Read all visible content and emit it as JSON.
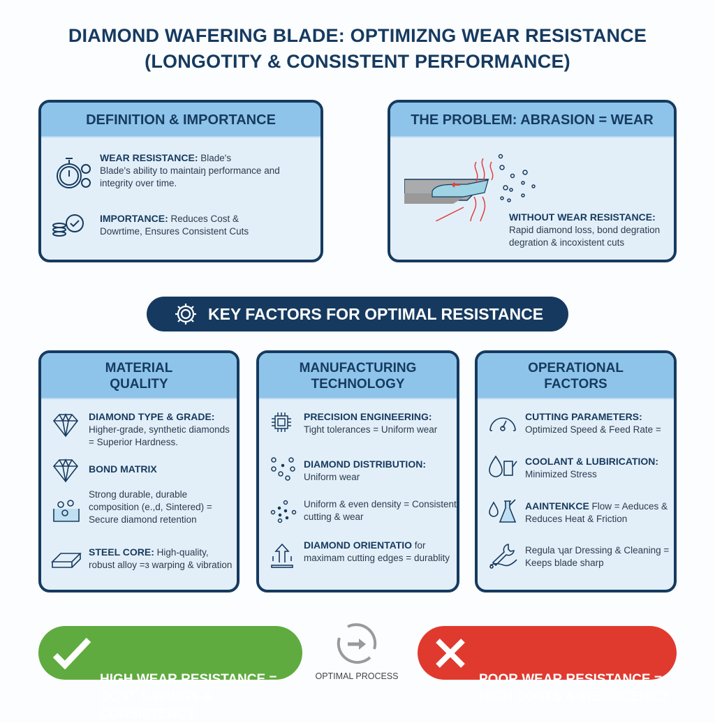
{
  "title": {
    "line1": "DIAMOND WAFERING BLADE: OPTIMIZNG WEAR RESISTANCE",
    "line2": "(LONGOTITY & CONSISTENT PERFORMANCE)"
  },
  "definition": {
    "header": "DEFINITION & IMPORTANCE",
    "items": [
      {
        "label": "WEAR RESISTANCE:",
        "text": " Blade's",
        "text2": "Blade's ability to maintaiŋ performance and integrity over time.",
        "icon": "stopwatch-gears-icon"
      },
      {
        "label": "IMPORTANCE:",
        "text": " Reduces Cost &",
        "text2": "Dowrtime, Ensures Consistent Cuts",
        "icon": "coins-check-icon"
      }
    ]
  },
  "problem": {
    "header": "THE PROBLEM: ABRASION = WEAR",
    "label": "WITHOUT WEAR RESISTANCE:",
    "text": "Rapid diamond loss, bond degration degration & incoxistent cuts",
    "icon": "worn-blade-icon"
  },
  "key_factors": {
    "label": "KEY FACTORS FOR OPTIMAL RESISTANCE",
    "icon": "gear-icon"
  },
  "columns": [
    {
      "header": "MATERIAL\nQUALITY",
      "items": [
        {
          "label": "DIAMOND TYPE & GRADE:",
          "text": "Higher-grade, synthetic diamonds = Superior Hardness.",
          "icon": "diamond-icon"
        },
        {
          "label": "BOND MATRIX",
          "text": "",
          "icon": "diamond-icon"
        },
        {
          "label": "",
          "text": "Strong durable, durable composition (e.,d, Sintered) = Secure diamond retention",
          "icon": "bond-matrix-icon"
        },
        {
          "label": "STEEL CORE:",
          "text": " High-quality, robust alloy =ɜ warping & vibration",
          "icon": "steel-bar-icon"
        }
      ]
    },
    {
      "header": "MANUFACTURING\nTECHNOLOGY",
      "items": [
        {
          "label": "PRECISION ENGINEERING:",
          "text": "Tight tolerances = Uniform wear",
          "icon": "chip-icon"
        },
        {
          "label": "DIAMOND DISTRIBUTION:",
          "text": "Uniform wear",
          "icon": "dots-icon"
        },
        {
          "label": "",
          "text": "Uniform & even density = Consistent cutting & wear",
          "icon": "dots-icon"
        },
        {
          "label": "DIAMOND ORIENTATIO",
          "text": " for maximam cutting edges = durablity",
          "icon": "arrow-up-icon"
        }
      ]
    },
    {
      "header": "OPERATIONAL\nFACTORS",
      "items": [
        {
          "label": "CUTTING PARAMETERS:",
          "text": "Optimized Speed & Feed Rate =",
          "icon": "gauge-icon"
        },
        {
          "label": "COOLANT & LUBIRICATION:",
          "text": "Minimized Stress",
          "icon": "droplet-can-icon"
        },
        {
          "label": "AAINTENKCE",
          "text": " Flow = Aeduces & Reduces Heat & Friction",
          "icon": "droplet-flask-icon"
        },
        {
          "label": "",
          "text": "Regula ʮar Dressing & Cleaning = Keeps blade sharp",
          "icon": "wrench-hand-icon"
        }
      ]
    }
  ],
  "bottom": {
    "good": "HIGH WEAR RESISTANCE =\nCOST SAVINGS & CONSISTENCY",
    "center": "OPTIMAL PROCESS",
    "bad": "POOR WEAR RESISTANCE =\nHIGH COSTS & INEFFICENICY"
  },
  "colors": {
    "navy": "#163a5f",
    "header": "#8ec4ea",
    "panel": "#e3eff8",
    "green": "#5fab3f",
    "red": "#e03a2f"
  }
}
